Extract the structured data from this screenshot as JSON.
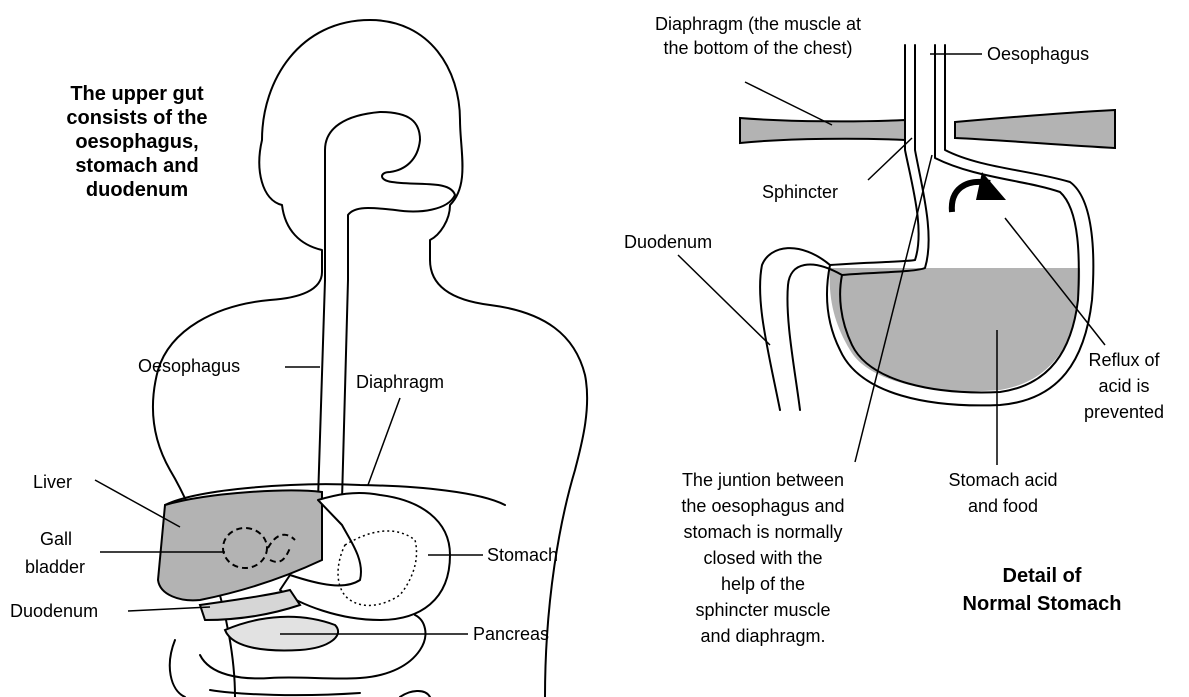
{
  "left_panel": {
    "title_lines": [
      "The upper gut",
      "consists of the",
      "oesophagus,",
      "stomach and",
      "duodenum"
    ],
    "labels": {
      "oesophagus": "Oesophagus",
      "diaphragm": "Diaphragm",
      "liver": "Liver",
      "gall_bladder_1": "Gall",
      "gall_bladder_2": "bladder",
      "stomach": "Stomach",
      "duodenum": "Duodenum",
      "pancreas": "Pancreas"
    }
  },
  "right_panel": {
    "diaphragm_lines": [
      "Diaphragm (the muscle at",
      "the bottom of the chest)"
    ],
    "labels": {
      "oesophagus": "Oesophagus",
      "sphincter": "Sphincter",
      "duodenum": "Duodenum"
    },
    "reflux_lines": [
      "Reflux of",
      "acid is",
      "prevented"
    ],
    "junction_lines": [
      "The juntion between",
      "the oesophagus and",
      "stomach is normally",
      "closed with the",
      "help of the",
      "sphincter muscle",
      "and diaphragm."
    ],
    "acid_lines": [
      "Stomach acid",
      "and food"
    ],
    "detail_title_lines": [
      "Detail of",
      "Normal Stomach"
    ]
  },
  "colors": {
    "organ_fill": "#b3b3b3",
    "outline": "#000000",
    "background": "#ffffff"
  }
}
